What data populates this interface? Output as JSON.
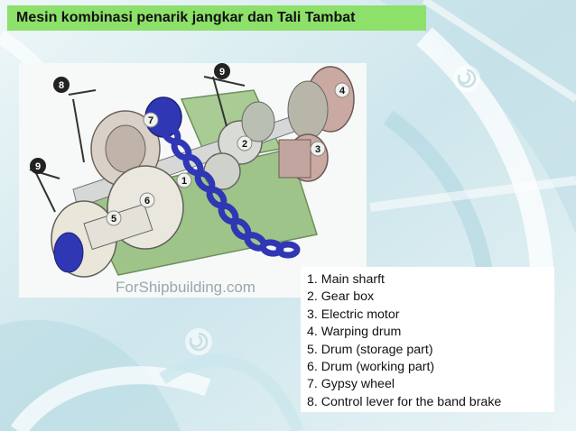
{
  "title": "Mesin kombinasi penarik jangkar dan Tali Tambat",
  "watermark": "ForShipbuilding.com",
  "callouts": [
    "1",
    "2",
    "3",
    "4",
    "5",
    "6",
    "7",
    "8",
    "9",
    "9"
  ],
  "legend": [
    "1. Main sharft",
    "2. Gear box",
    "3. Electric motor",
    "4. Warping drum",
    "5. Drum (storage part)",
    "6. Drum (working part)",
    "7. Gypsy wheel",
    "8. Control lever for the band brake"
  ],
  "colors": {
    "title_bg": "#8de06a",
    "machine_base": "#9fc489",
    "chain": "#2f37b5",
    "motor": "#c9a9a2"
  },
  "icons": [
    "dreamstime-swirl-icon"
  ]
}
